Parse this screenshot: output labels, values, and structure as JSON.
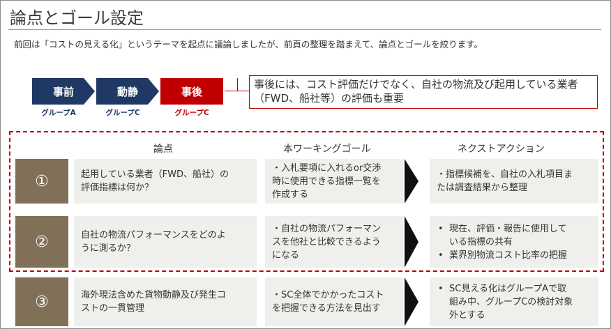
{
  "title": "論点とゴール設定",
  "intro": "前回は「コストの見える化」というテーマを起点に議論しましたが、前頁の整理を踏まえて、論点とゴールを絞ります。",
  "phases": [
    {
      "label": "事前",
      "group": "グループA",
      "color": "#1f3864"
    },
    {
      "label": "動静",
      "group": "グループC",
      "color": "#1f3864"
    },
    {
      "label": "事後",
      "group": "グループC",
      "color": "#c00000"
    }
  ],
  "callout": "事後には、コスト評価だけでなく、自社の物流及び起用している業者（FWD、船社等）の評価も重要",
  "columns": {
    "issue": "論点",
    "goal": "本ワーキングゴール",
    "next": "ネクストアクション"
  },
  "rows": [
    {
      "num": "①",
      "issue": "起用している業者（FWD、船社）の\n評価指標は何か？",
      "goal": "・入札要項に入れるor交渉\n時に使用できる指標一覧を\n作成する",
      "next_text": "・指標候補を、自社の入札項目ま\nたは調査結果から整理",
      "next_bullets": []
    },
    {
      "num": "②",
      "issue": "自社の物流パフォーマンスをどのよ\nうに測るか？",
      "goal": "・自社の物流パフォーマン\nスを他社と比較できるよう\nになる",
      "next_text": "",
      "next_bullets": [
        "現在、評価・報告に使用して\nいる指標の共有",
        "業界別物流コスト比率の把握"
      ]
    },
    {
      "num": "③",
      "issue": "海外現法含めた貨物動静及び発生コ\nストの一貫管理",
      "goal": "・SC全体でかかったコスト\nを把握できる方法を見出す",
      "next_text": "",
      "next_bullets": [
        "SC見える化はグループAで取\n組み中、グループCの検討対象\n外とする"
      ]
    }
  ]
}
